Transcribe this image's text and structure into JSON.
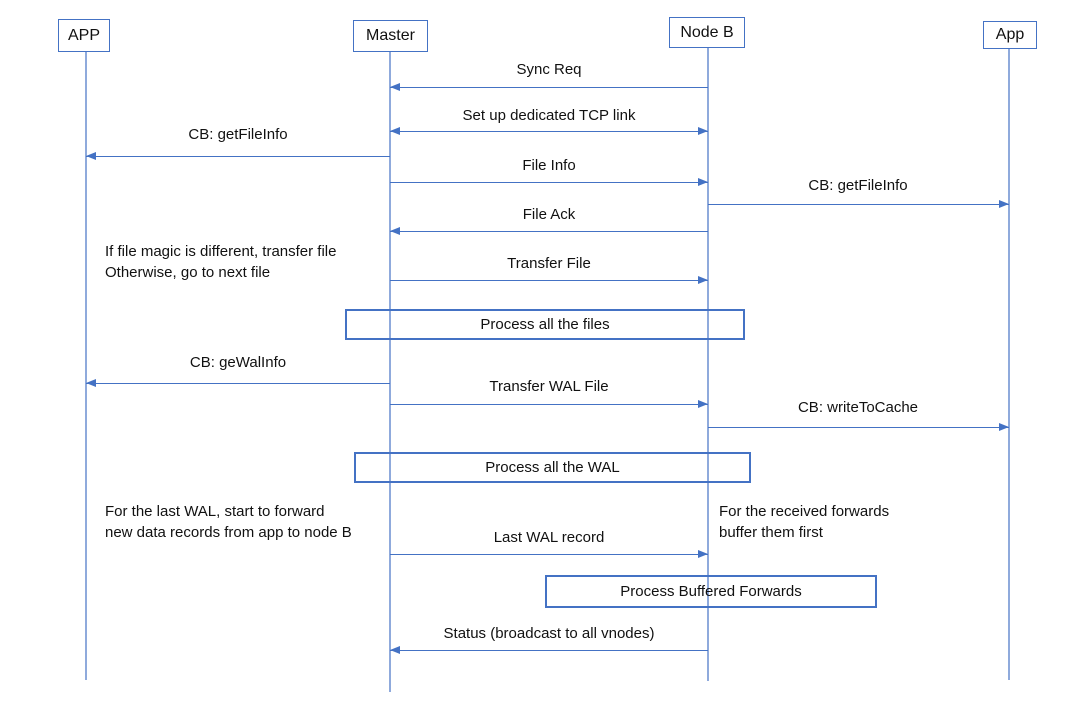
{
  "colors": {
    "accent": "#4472C4",
    "lifeline": "#8FAADC"
  },
  "actors": [
    {
      "label": "APP"
    },
    {
      "label": "Master"
    },
    {
      "label": "Node B"
    },
    {
      "label": "App"
    }
  ],
  "messages": [
    {
      "label": "Sync Req",
      "from": "Node B",
      "to": "Master",
      "direction": "left"
    },
    {
      "label": "Set up dedicated TCP link",
      "from": "Master",
      "to": "Node B",
      "direction": "both"
    },
    {
      "label": "CB: getFileInfo",
      "from": "Master",
      "to": "APP",
      "direction": "left"
    },
    {
      "label": "File Info",
      "from": "Master",
      "to": "Node B",
      "direction": "right"
    },
    {
      "label": "CB: getFileInfo",
      "from": "Node B",
      "to": "App",
      "direction": "right"
    },
    {
      "label": "File Ack",
      "from": "Node B",
      "to": "Master",
      "direction": "left"
    },
    {
      "label": "Transfer File",
      "from": "Master",
      "to": "Node B",
      "direction": "right"
    },
    {
      "label": "CB: geWalInfo",
      "from": "Master",
      "to": "APP",
      "direction": "left"
    },
    {
      "label": "Transfer WAL File",
      "from": "Master",
      "to": "Node B",
      "direction": "right"
    },
    {
      "label": "CB: writeToCache",
      "from": "Node B",
      "to": "App",
      "direction": "right"
    },
    {
      "label": "Last WAL record",
      "from": "Master",
      "to": "Node B",
      "direction": "right"
    },
    {
      "label": "Status (broadcast to all vnodes)",
      "from": "Node B",
      "to": "Master",
      "direction": "left"
    }
  ],
  "process_boxes": [
    {
      "label": "Process all the files"
    },
    {
      "label": "Process all the WAL"
    },
    {
      "label": "Process Buffered Forwards"
    }
  ],
  "annotations": [
    {
      "lines": [
        "If file magic is different, transfer file",
        "Otherwise, go to next file"
      ]
    },
    {
      "lines": [
        "For the last WAL, start to forward",
        "new data records from app to node B"
      ]
    },
    {
      "lines": [
        "For the received forwards",
        "buffer them first"
      ]
    }
  ]
}
